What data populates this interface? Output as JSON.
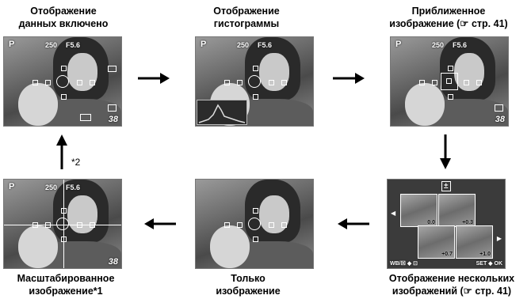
{
  "captions": {
    "data_on": [
      "Отображение",
      "данных включено"
    ],
    "histogram": [
      "Отображение",
      "гистограммы"
    ],
    "closeup": [
      "Приближенное",
      "изображение (☞ стр. 41)"
    ],
    "multi": [
      "Отображение нескольких",
      "изображений (☞ стр. 41)"
    ],
    "image_only": [
      "Только",
      "изображение"
    ],
    "scaled": [
      "Масштабированное",
      "изображение*1"
    ]
  },
  "footnote_label": "*2",
  "osd": {
    "mode": "P",
    "shutter": "250",
    "aperture": "F5.6",
    "frames": "38",
    "multi_top_icon": "±",
    "multi_bottom_left": "WB/☒ ◆ ⊡",
    "multi_bottom_right": "SET ◆ OK"
  },
  "multi_values": [
    "0.0",
    "+0.3",
    "+0.7",
    "+1.0"
  ],
  "colors": {
    "screen_bg": "#6c6c6c",
    "osd_text": "#ffffff",
    "arrow": "#000000"
  }
}
